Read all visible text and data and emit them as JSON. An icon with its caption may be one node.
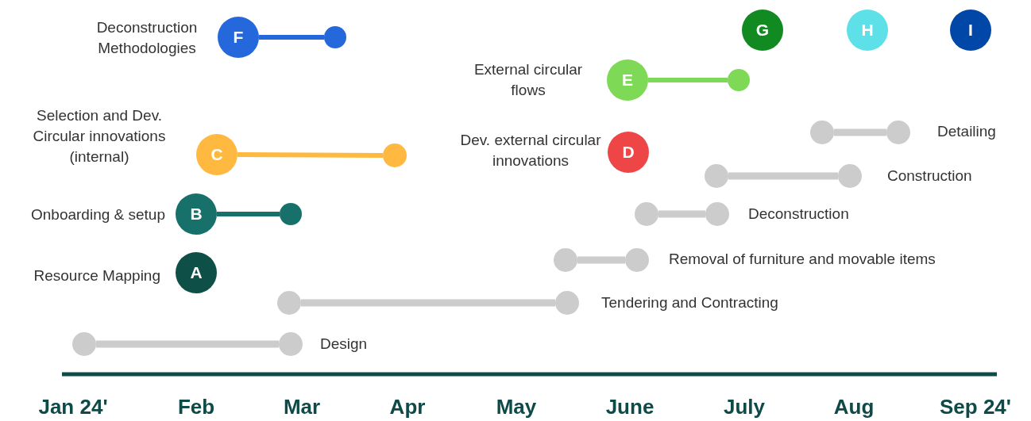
{
  "diagram": {
    "nodes": [
      {
        "text": [
          "F"
        ],
        "beside": [
          "Deconstruction Methodologies"
        ]
      },
      {
        "text": [],
        "shape": "circle"
      },
      {
        "text": [
          "G"
        ]
      },
      {
        "text": [
          "H"
        ]
      },
      {
        "text": [
          "I"
        ]
      },
      {
        "text": [
          "E"
        ],
        "beside": [
          "External circular flows"
        ]
      },
      {
        "text": [],
        "shape": "circle"
      },
      {
        "text": [],
        "shape": "circle"
      },
      {
        "text": [],
        "shape": "circle",
        "beside": [
          "Detailing"
        ]
      },
      {
        "text": [
          "C"
        ],
        "beside": [
          "Selection and Dev. Circular innovations (internal)"
        ]
      },
      {
        "text": [],
        "shape": "circle"
      },
      {
        "text": [
          "D"
        ],
        "beside": [
          "Dev. external circular innovations"
        ]
      },
      {
        "text": [],
        "shape": "circle"
      },
      {
        "text": [],
        "shape": "circle",
        "beside": [
          "Construction"
        ]
      },
      {
        "text": [
          "B"
        ],
        "beside": [
          "Onboarding & setup"
        ]
      },
      {
        "text": [],
        "shape": "circle"
      },
      {
        "text": [],
        "shape": "circle"
      },
      {
        "text": [],
        "shape": "circle",
        "beside": [
          "Deconstruction"
        ]
      },
      {
        "text": [],
        "shape": "circle"
      },
      {
        "text": [],
        "shape": "circle",
        "beside": [
          "Removal of furniture and movable items"
        ]
      },
      {
        "text": [
          "A"
        ],
        "beside": [
          "Resource Mapping"
        ]
      },
      {
        "text": [],
        "shape": "circle"
      },
      {
        "text": [],
        "shape": "circle",
        "beside": [
          "Tendering and Contracting"
        ]
      },
      {
        "text": [],
        "shape": "circle"
      },
      {
        "text": [],
        "shape": "circle",
        "beside": [
          "Design"
        ]
      }
    ],
    "edges": [
      {
        "from": 0,
        "to": 1,
        "arrow": "none",
        "color": "#2468dc"
      },
      {
        "from": 5,
        "to": 6,
        "arrow": "none",
        "color": "#7ed957"
      },
      {
        "from": 7,
        "to": 8,
        "arrow": "none"
      },
      {
        "from": 9,
        "to": 10,
        "arrow": "none",
        "color": "#ffb840"
      },
      {
        "from": 12,
        "to": 13,
        "arrow": "none"
      },
      {
        "from": 14,
        "to": 15,
        "arrow": "none",
        "color": "#17706a"
      },
      {
        "from": 16,
        "to": 17,
        "arrow": "none"
      },
      {
        "from": 18,
        "to": 19,
        "arrow": "none"
      },
      {
        "from": 21,
        "to": 22,
        "arrow": "none"
      },
      {
        "from": 23,
        "to": 24,
        "arrow": "none"
      }
    ],
    "labels": [
      "Jan 24'",
      "Feb",
      "Mar",
      "Apr",
      "May",
      "June",
      "July",
      "Aug",
      "Sep 24'"
    ]
  }
}
